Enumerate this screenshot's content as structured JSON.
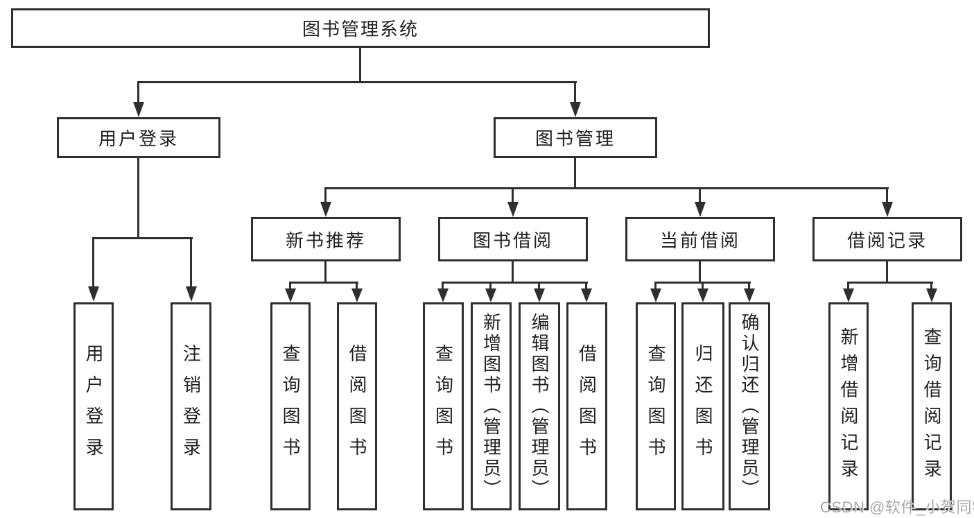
{
  "diagram_title": "图书管理系统",
  "nodes": {
    "root": "图书管理系统",
    "user_login": "用户登录",
    "book_mgmt": "图书管理",
    "new_book_rec": "新书推荐",
    "book_borrow": "图书借阅",
    "current_borrow": "当前借阅",
    "borrow_record": "借阅记录",
    "leaf_user_login": "用户登录",
    "leaf_logout": "注销登录",
    "leaf_query_book_1": "查询图书",
    "leaf_borrow_book_1": "借阅图书",
    "leaf_query_book_2": "查询图书",
    "leaf_add_book": "新增图书（管理员）",
    "leaf_edit_book": "编辑图书（管理员）",
    "leaf_borrow_book_2": "借阅图书",
    "leaf_query_book_3": "查询图书",
    "leaf_return_book": "归还图书",
    "leaf_confirm_return": "确认归还（管理员）",
    "leaf_add_record": "新增借阅记录",
    "leaf_query_record": "查询借阅记录"
  },
  "watermark": "CSDN @软件_小贺同学",
  "colors": {
    "line": "#2f2f2f",
    "text": "#1f1f1f",
    "watermark": "#a9a9a9",
    "background": "#ffffff"
  }
}
